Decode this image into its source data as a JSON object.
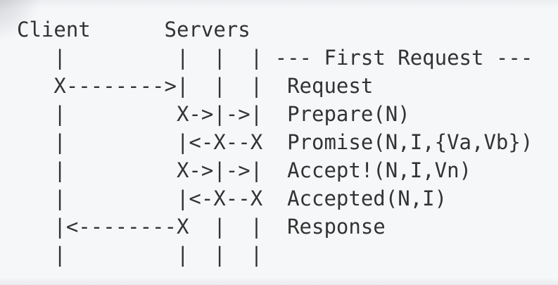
{
  "diagram": {
    "header": {
      "client": "Client",
      "servers": "Servers"
    },
    "rows": [
      {
        "art": "   |         |  |  |",
        "label": "--- First Request ---"
      },
      {
        "art": "   X-------->|  |  |",
        "label": "Request"
      },
      {
        "art": "   |         X->|->|",
        "label": "Prepare(N)"
      },
      {
        "art": "   |         |<-X--X",
        "label": "Promise(N,I,{Va,Vb})"
      },
      {
        "art": "   |         X->|->|",
        "label": "Accept!(N,I,Vn)"
      },
      {
        "art": "   |         |<-X--X",
        "label": "Accepted(N,I)"
      },
      {
        "art": "   |<--------X  |  |",
        "label": "Response"
      },
      {
        "art": "   |         |  |  |",
        "label": ""
      }
    ],
    "colors": {
      "background": "#f6f7f9",
      "text": "#333333"
    }
  }
}
